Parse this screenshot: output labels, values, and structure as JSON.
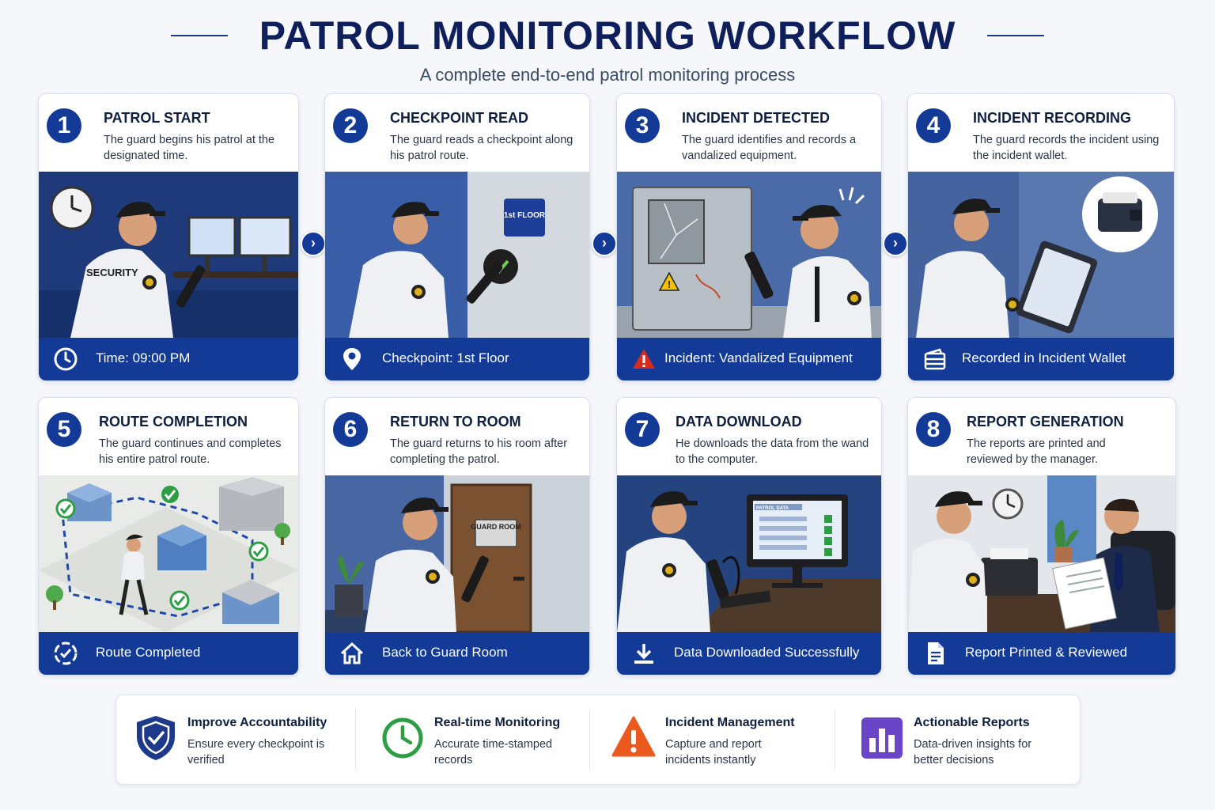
{
  "header": {
    "title": "PATROL MONITORING WORKFLOW",
    "subtitle": "A complete end-to-end patrol monitoring process"
  },
  "steps": [
    {
      "number": "1",
      "title": "PATROL START",
      "description": "The guard begins his patrol at the designated time.",
      "footer": "Time: 09:00 PM",
      "footer_icon": "clock-icon",
      "scene": "security-office-with-clock-and-monitors",
      "illustration_text": "SECURITY"
    },
    {
      "number": "2",
      "title": "CHECKPOINT READ",
      "description": "The guard reads a checkpoint along his patrol route.",
      "footer": "Checkpoint: 1st Floor",
      "footer_icon": "location-pin-icon",
      "scene": "guard-scanning-wall-checkpoint",
      "illustration_text": "1st FLOOR"
    },
    {
      "number": "3",
      "title": "INCIDENT DETECTED",
      "description": "The guard identifies and records a vandalized equipment.",
      "footer": "Incident: Vandalized Equipment",
      "footer_icon": "warning-icon",
      "scene": "guard-next-to-broken-equipment"
    },
    {
      "number": "4",
      "title": "INCIDENT RECORDING",
      "description": "The guard records the incident using the incident wallet.",
      "footer": "Recorded in Incident Wallet",
      "footer_icon": "wallet-icon",
      "scene": "guard-with-tablet-and-wallet"
    },
    {
      "number": "5",
      "title": "ROUTE COMPLETION",
      "description": "The guard continues and completes his entire patrol route.",
      "footer": "Route Completed",
      "footer_icon": "route-complete-icon",
      "scene": "isometric-route-map-with-checkpoints"
    },
    {
      "number": "6",
      "title": "RETURN TO ROOM",
      "description": "The guard returns to his room after completing the patrol.",
      "footer": "Back to Guard Room",
      "footer_icon": "home-icon",
      "scene": "guard-at-guard-room-door",
      "illustration_text": "GUARD ROOM"
    },
    {
      "number": "7",
      "title": "DATA DOWNLOAD",
      "description": "He downloads the data from the wand to the computer.",
      "footer": "Data Downloaded Successfully",
      "footer_icon": "download-icon",
      "scene": "guard-connecting-wand-to-computer",
      "illustration_text": "PATROL DATA"
    },
    {
      "number": "8",
      "title": "REPORT GENERATION",
      "description": "The reports are printed and reviewed by the manager.",
      "footer": "Report Printed & Reviewed",
      "footer_icon": "document-icon",
      "scene": "manager-reviewing-printed-report"
    }
  ],
  "benefits": [
    {
      "title": "Improve Accountability",
      "description": "Ensure every checkpoint is verified",
      "icon": "shield-check-icon",
      "color": "#1d3a8a"
    },
    {
      "title": "Real-time Monitoring",
      "description": "Accurate time-stamped records",
      "icon": "clock-icon",
      "color": "#2e9e44"
    },
    {
      "title": "Incident Management",
      "description": "Capture and report incidents instantly",
      "icon": "warning-icon",
      "color": "#ea5a1f"
    },
    {
      "title": "Actionable Reports",
      "description": "Data-driven insights for better decisions",
      "icon": "bar-chart-icon",
      "color": "#6b45c8"
    }
  ],
  "colors": {
    "primary": "#123a96",
    "title": "#0f1f5c",
    "background": "#f5f7fb",
    "incident_red": "#d62b1f",
    "check_green": "#2e9e44"
  }
}
